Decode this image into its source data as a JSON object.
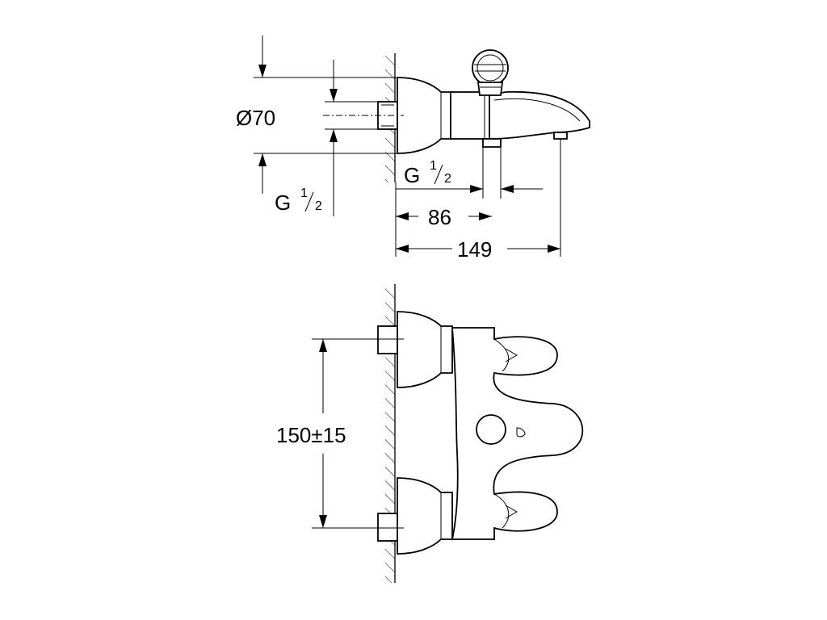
{
  "top_view": {
    "diameter_label": "Ø70",
    "inlet_thread": {
      "main": "G",
      "num": "1",
      "den": "2"
    },
    "outlet_thread": {
      "main": "G",
      "num": "1",
      "den": "2"
    },
    "dim_86": "86",
    "dim_149": "149"
  },
  "front_view": {
    "dim_center": "150±15"
  }
}
